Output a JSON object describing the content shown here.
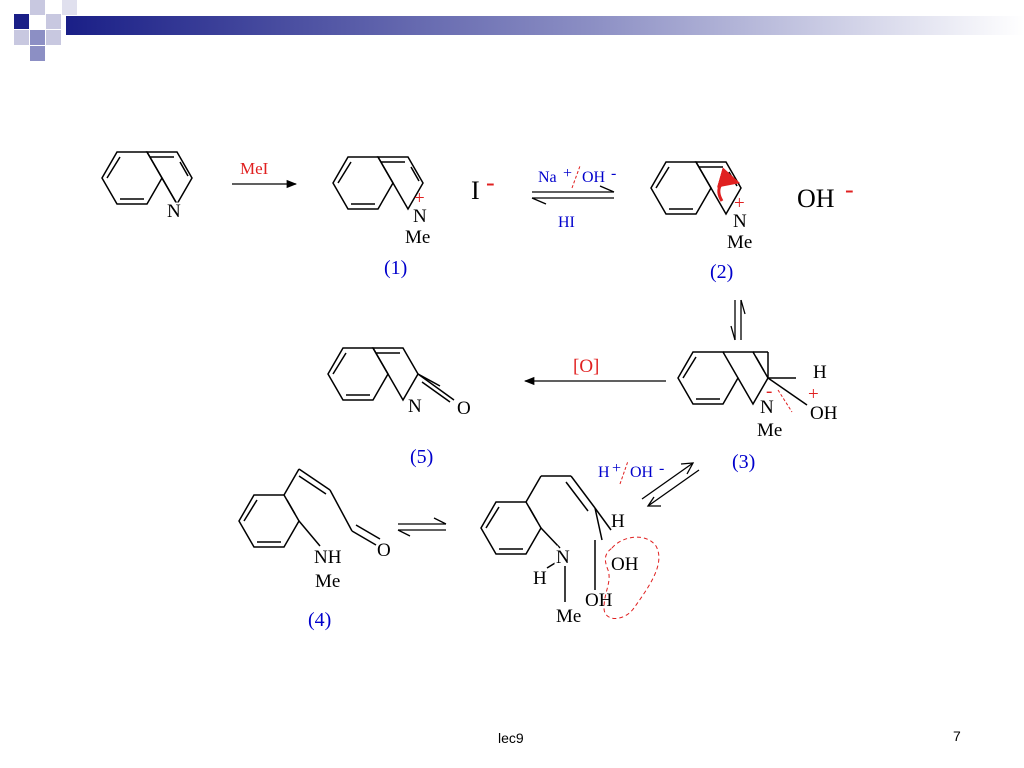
{
  "slide": {
    "footer_text": "lec9",
    "page_number": "7"
  },
  "scheme": {
    "labels": {
      "n_quinoline": "N",
      "n1": "N",
      "me1": "Me",
      "counterion1": "I",
      "charge_minus": "-",
      "charge_plus": "+",
      "n2": "N",
      "me2": "Me",
      "counterion2": "OH",
      "n3": "N",
      "me3": "Me",
      "h3": "H",
      "oh3": "OH",
      "n5": "N",
      "o5": "O",
      "nh4": "NH",
      "me4": "Me",
      "o4": "O",
      "n6": "N",
      "h6n": "H",
      "me6": "Me",
      "h6c": "H",
      "oh6a": "OH",
      "oh6b": "OH"
    },
    "reagents": {
      "mei": "MeI",
      "na": "Na",
      "oh_minus": "OH",
      "hi": "HI",
      "oxidant": "[O]",
      "h_plus": "H",
      "oh_minus_b": "OH"
    },
    "compound_numbers": {
      "c1": "(1)",
      "c2": "(2)",
      "c3": "(3)",
      "c4": "(4)",
      "c5": "(5)"
    }
  },
  "colors": {
    "header_blue": "#1a1f87",
    "label_blue": "#0000cc",
    "label_red": "#e02020",
    "bond_black": "#000000"
  }
}
